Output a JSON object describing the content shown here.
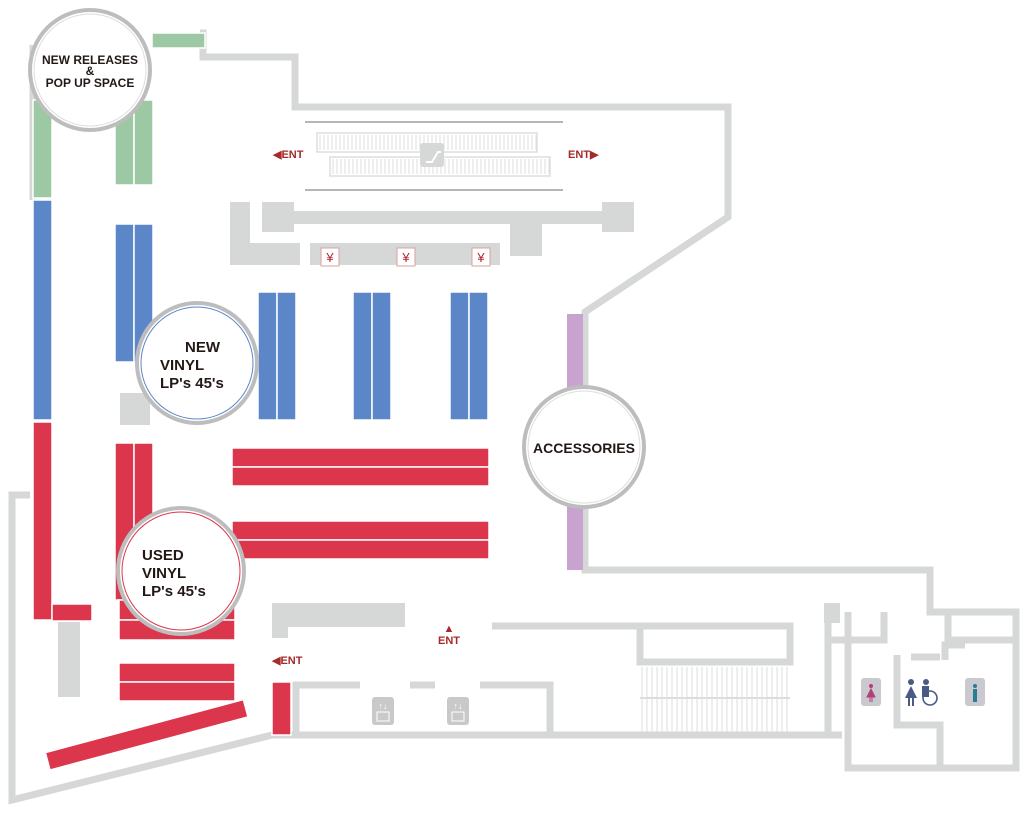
{
  "map": {
    "zones": {
      "new_releases": {
        "line1": "NEW RELEASES",
        "line2": "&",
        "line3": "POP UP SPACE",
        "color": "#9dc8a4"
      },
      "new_vinyl": {
        "line1": "NEW",
        "line2": "VINYL",
        "line3": "LP's 45's",
        "color": "#5b86c8"
      },
      "used_vinyl": {
        "line1": "USED",
        "line2": "VINYL",
        "line3": "LP's 45's",
        "color": "#dc364c"
      },
      "accessories": {
        "label": "ACCESSORIES",
        "color": "#c9a3cf"
      }
    },
    "entrances": {
      "top_left": "◀ENT",
      "top_right": "ENT▶",
      "bottom_center_arrow": "▲",
      "bottom_center": "ENT",
      "bottom_left": "◀ENT"
    },
    "registers": [
      "¥",
      "¥",
      "¥"
    ],
    "icons": [
      "escalator-icon",
      "elevator-icon",
      "elevator-icon",
      "womens-restroom-icon",
      "accessible-restroom-icon",
      "mens-restroom-icon"
    ]
  }
}
